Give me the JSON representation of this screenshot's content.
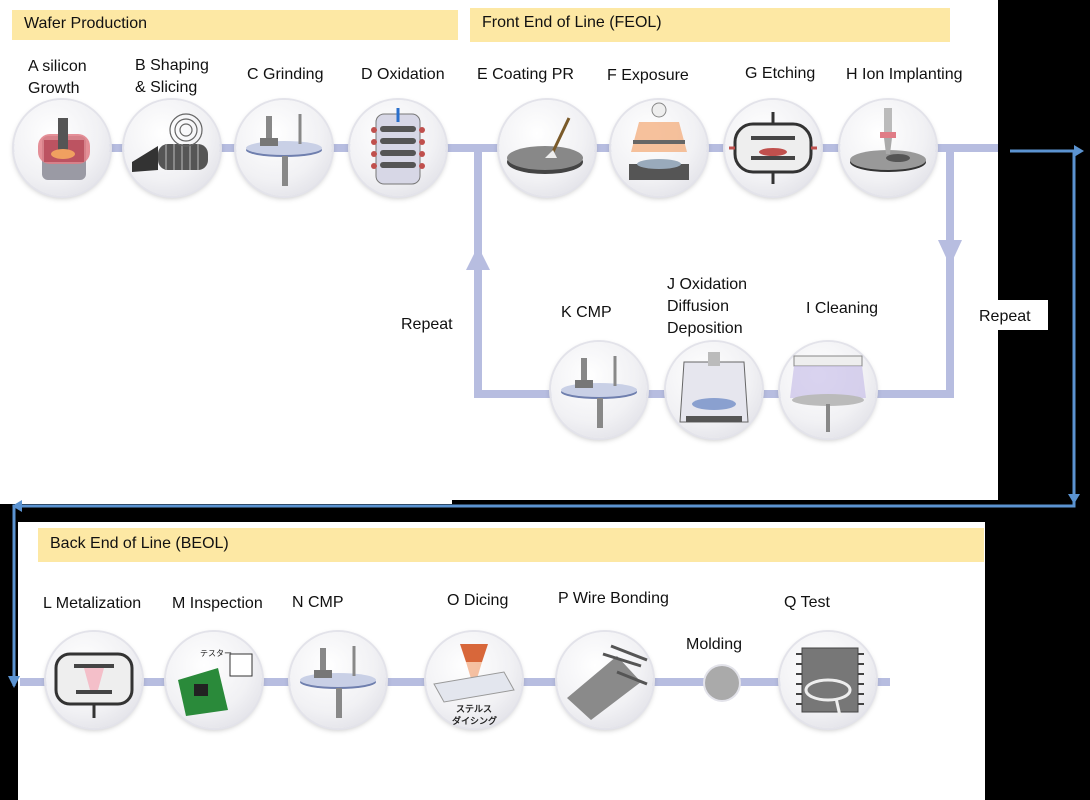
{
  "sections": {
    "wafer_production": "Wafer Production",
    "feol": "Front End of Line (FEOL)",
    "beol": "Back End of Line (BEOL)"
  },
  "steps": {
    "A": "A silicon\nGrowth",
    "B": "B Shaping\n& Slicing",
    "C": "C Grinding",
    "D": "D Oxidation",
    "E": "E Coating PR",
    "F": "F Exposure",
    "G": "G Etching",
    "H": "H Ion Implanting",
    "I": "I Cleaning",
    "J": "J Oxidation\nDiffusion\nDeposition",
    "K": "K CMP",
    "L": "L Metalization",
    "M": "M Inspection",
    "N": "N CMP",
    "O": "O Dicing",
    "P": "P Wire Bonding",
    "molding": "Molding",
    "Q": "Q Test"
  },
  "repeat_left": "Repeat",
  "repeat_right": "Repeat",
  "icon_text": {
    "tester": "テスター",
    "stealth_1": "ステルス",
    "stealth_2": "ダイシング"
  },
  "colors": {
    "band": "#fde8a4",
    "rail": "#b7bde0",
    "arrow": "#5b93d1"
  }
}
